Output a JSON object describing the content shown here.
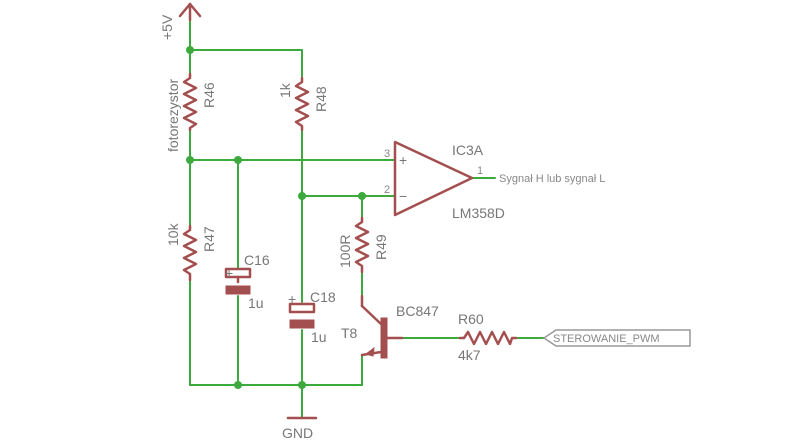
{
  "supply": {
    "label": "+5V",
    "ground_label": "GND"
  },
  "r46": {
    "name": "R46",
    "value": "fotorezystor"
  },
  "r48": {
    "name": "R48",
    "value": "1k"
  },
  "r47": {
    "name": "R47",
    "value": "10k"
  },
  "r49": {
    "name": "R49",
    "value": "100R"
  },
  "r60": {
    "name": "R60",
    "value": "4k7"
  },
  "c16": {
    "name": "C16",
    "value": "1u"
  },
  "c18": {
    "name": "C18",
    "value": "1u"
  },
  "t8": {
    "name": "T8",
    "value": "BC847"
  },
  "ic": {
    "name": "IC3A",
    "value": "LM358D",
    "pin_plus": "3",
    "pin_minus": "2",
    "pin_out": "1",
    "sign_plus": "+",
    "sign_minus": "−"
  },
  "output_label": "Sygnał H lub sygnał L",
  "pwm_label": "STEROWANIE_PWM",
  "cap_plus": "+",
  "colors": {
    "wire": "#3daa3d",
    "symbol": "#a44f4f",
    "text": "#777777"
  }
}
